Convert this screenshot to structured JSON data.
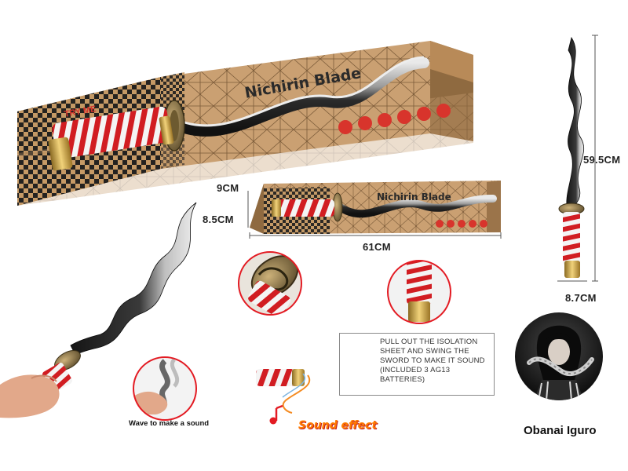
{
  "product": {
    "box_title": "Nichirin Blade",
    "try_me_label": "TRY ME"
  },
  "dimensions": {
    "box_height": "9CM",
    "box_depth": "8.5CM",
    "box_length": "61CM",
    "sword_length": "59.5CM",
    "handle_width": "8.7CM"
  },
  "captions": {
    "wave": "Wave to make a sound",
    "sound_effect": "Sound effect",
    "character_name": "Obanai Iguro"
  },
  "instructions": {
    "text": "PULL OUT THE ISOLATION SHEET AND SWING THE SWORD TO MAKE IT SOUND (INCLUDED 3 AG13 BATTERIES)"
  },
  "colors": {
    "accent_red": "#e31b23",
    "kraft": "#c69a66",
    "gold": "#c8a24a",
    "sound_orange": "#ff7a00"
  }
}
